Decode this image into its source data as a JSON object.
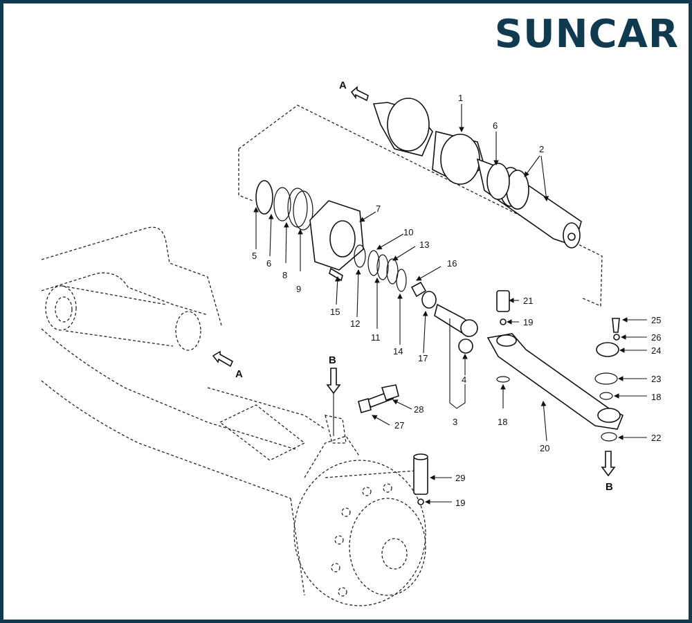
{
  "brand": {
    "logo_text": "SUNCAR",
    "frame_color": "#0f3a4f"
  },
  "callouts": {
    "c1": "1",
    "c2": "2",
    "c3": "3",
    "c4": "4",
    "c5": "5",
    "c6a": "6",
    "c6b": "6",
    "c7": "7",
    "c8": "8",
    "c9": "9",
    "c10": "10",
    "c11": "11",
    "c12": "12",
    "c13": "13",
    "c14": "14",
    "c15": "15",
    "c16": "16",
    "c17": "17",
    "c18a": "18",
    "c18b": "18",
    "c19a": "19",
    "c19b": "19",
    "c20": "20",
    "c21": "21",
    "c22": "22",
    "c23": "23",
    "c24": "24",
    "c25": "25",
    "c26": "26",
    "c27": "27",
    "c28": "28",
    "c29": "29"
  },
  "view_markers": {
    "a_top": "A",
    "a_axle": "A",
    "b_knuckle": "B",
    "b_link": "B"
  }
}
